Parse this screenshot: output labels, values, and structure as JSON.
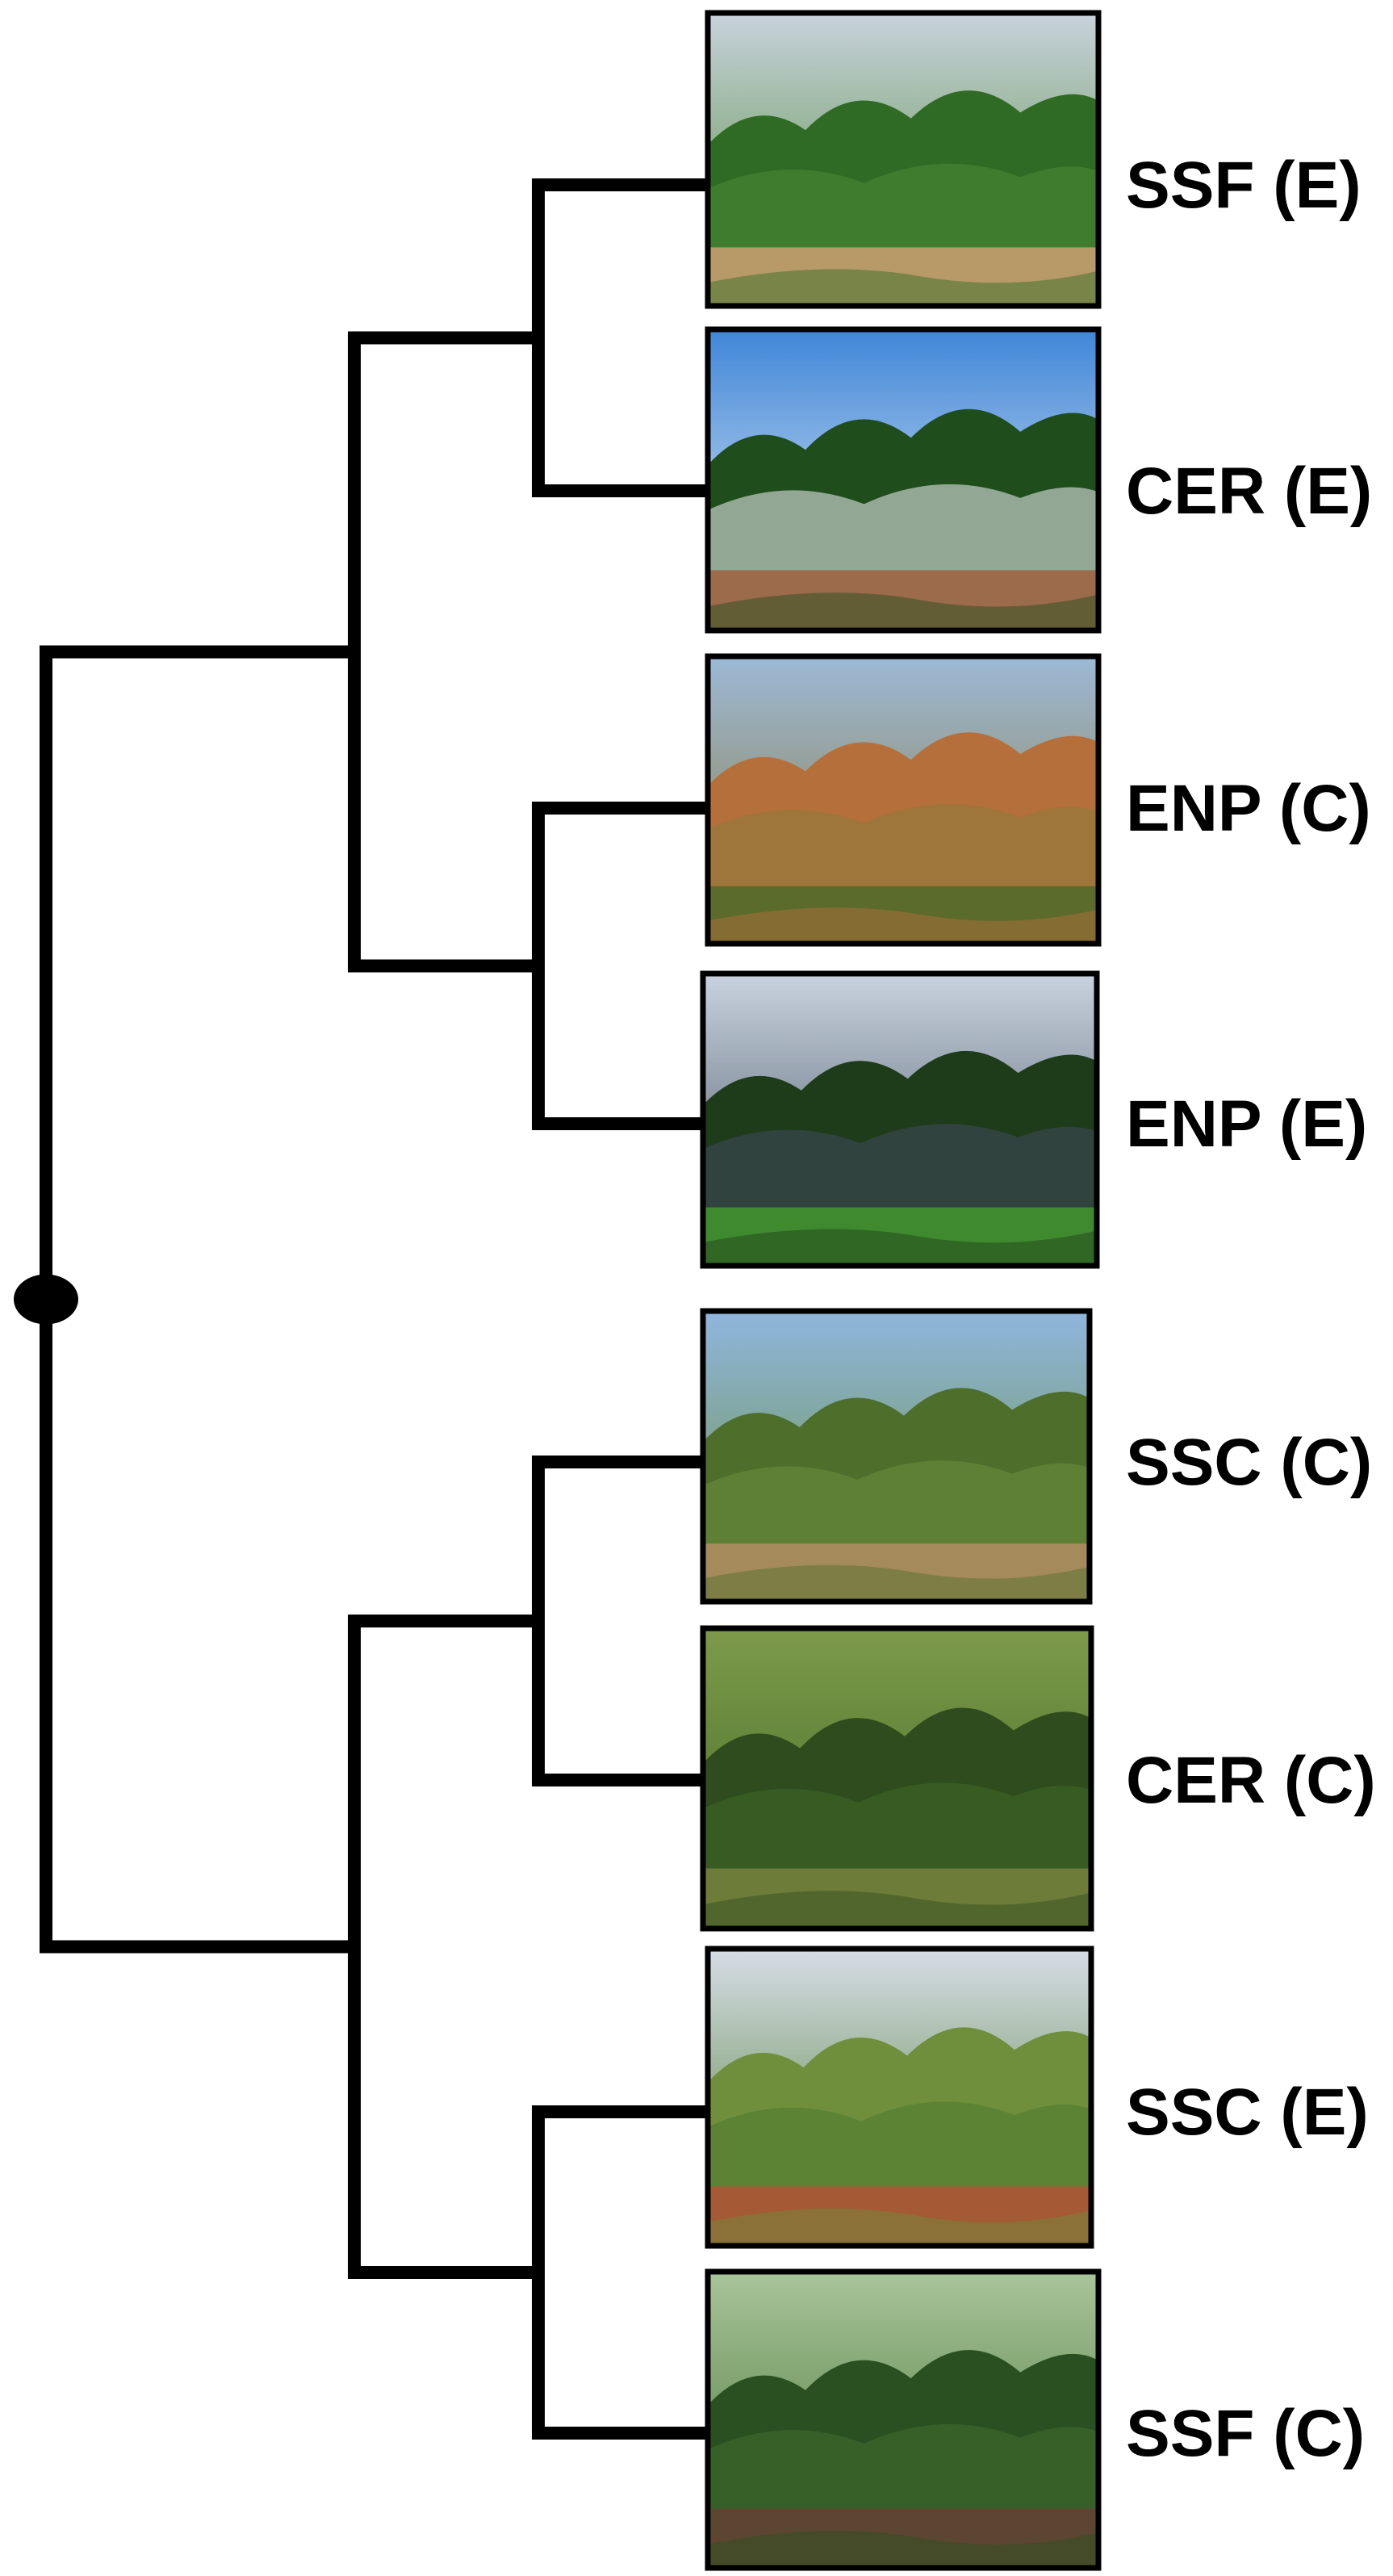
{
  "colors": {
    "line": "#000000",
    "frame": "#000000",
    "background": "#ffffff"
  },
  "leaves": [
    {
      "label": "SSF (E)",
      "photo": [
        "#c8d2dc",
        "#4f8a35",
        "#2f6b24",
        "#b79a68"
      ]
    },
    {
      "label": "CER (E)",
      "photo": [
        "#3f86d8",
        "#f1f4f7",
        "#1f4d1c",
        "#9b6b4c"
      ]
    },
    {
      "label": "ENP (C)",
      "photo": [
        "#9db9d6",
        "#8a7a3a",
        "#b56f3a",
        "#5b6b2c"
      ]
    },
    {
      "label": "ENP (E)",
      "photo": [
        "#c9d3df",
        "#3f4b5c",
        "#1e3b1a",
        "#3f8a2e"
      ]
    },
    {
      "label": "SSC (C)",
      "photo": [
        "#8fb6dd",
        "#6a8f3c",
        "#4e6e2c",
        "#a58a5c"
      ]
    },
    {
      "label": "CER (C)",
      "photo": [
        "#7d9a4a",
        "#3f6a25",
        "#2e4c1e",
        "#6e7c3a"
      ]
    },
    {
      "label": "SSC (E)",
      "photo": [
        "#d6dde6",
        "#4c7a2e",
        "#6f8f3c",
        "#a35a35"
      ]
    },
    {
      "label": "SSF (C)",
      "photo": [
        "#a9c49a",
        "#3f7030",
        "#2a4f20",
        "#5c4632"
      ]
    }
  ]
}
